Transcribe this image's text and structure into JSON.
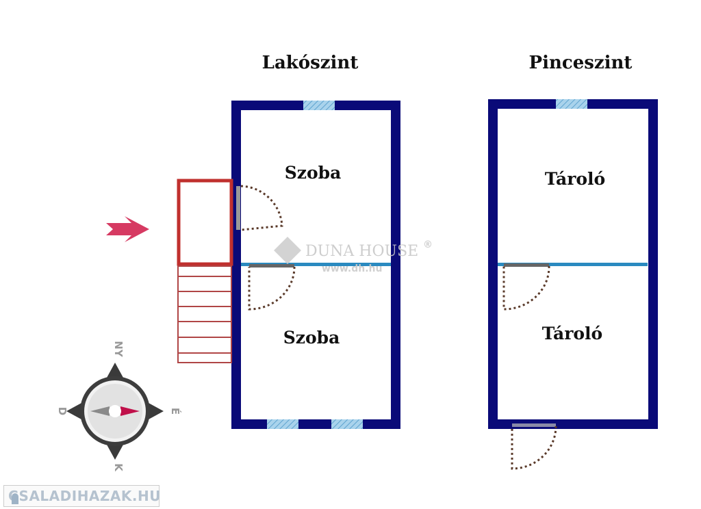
{
  "titles": {
    "upper": "Lakószint",
    "basement": "Pinceszint"
  },
  "rooms": {
    "upper_top": "Szoba",
    "upper_bottom": "Szoba",
    "basement_top": "Tároló",
    "basement_bottom": "Tároló"
  },
  "compass": {
    "north": "NY",
    "south": "K",
    "west": "D",
    "east": "É"
  },
  "watermark": {
    "brand": "DUNA HOUSE",
    "reg": "®",
    "url": "www.dh.hu"
  },
  "logo": {
    "text": "CSALADIHAZAK.HU"
  },
  "colors": {
    "wall": "#0a0a78",
    "window": "#8fc3e0",
    "divider": "#2a8ac0",
    "entry": "#b03030",
    "arrow": "#d63a62"
  }
}
